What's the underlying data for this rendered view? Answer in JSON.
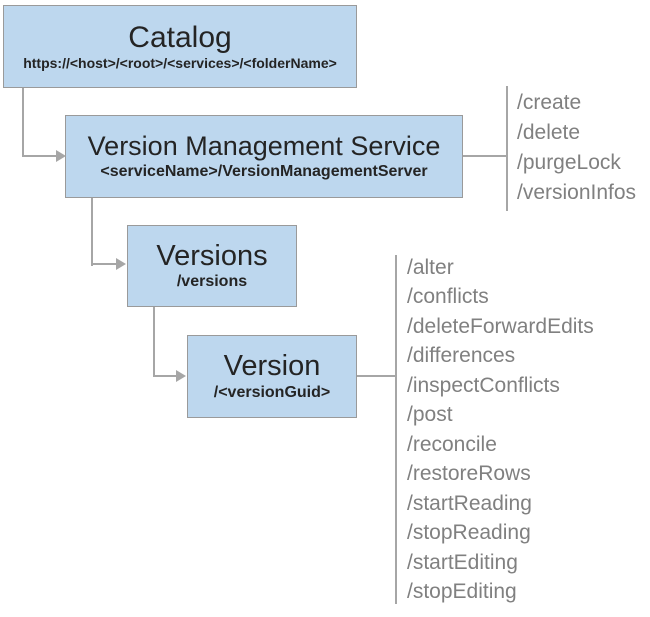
{
  "diagram": {
    "nodes": [
      {
        "id": "catalog",
        "title": "Catalog",
        "subtitle": "https://<host>/<root>/<services>/<folderName>"
      },
      {
        "id": "version-management-service",
        "title": "Version Management Service",
        "subtitle": "<serviceName>/VersionManagementServer",
        "operations": [
          "/create",
          "/delete",
          "/purgeLock",
          "/versionInfos"
        ]
      },
      {
        "id": "versions",
        "title": "Versions",
        "subtitle": "/versions"
      },
      {
        "id": "version",
        "title": "Version",
        "subtitle": "/<versionGuid>",
        "operations": [
          "/alter",
          "/conflicts",
          "/deleteForwardEdits",
          "/differences",
          "/inspectConflicts",
          "/post",
          "/reconcile",
          "/restoreRows",
          "/startReading",
          "/stopReading",
          "/startEditing",
          "/stopEditing"
        ]
      }
    ],
    "colors": {
      "node_fill": "#bdd7ee",
      "node_border": "#9a9a9a",
      "title_color": "#242424",
      "ops_color": "#808080",
      "line_color": "#a6a6a6"
    }
  }
}
